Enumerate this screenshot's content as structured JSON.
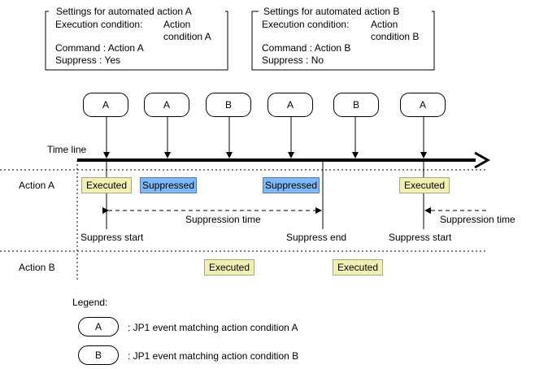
{
  "settings": [
    {
      "title": "Settings for automated action A",
      "exec_label": "Execution condition:",
      "exec_value_line1": "Action",
      "exec_value_line2": "condition A",
      "command": "Command : Action A",
      "suppress": "Suppress  : Yes"
    },
    {
      "title": "Settings for automated action B",
      "exec_label": "Execution condition:",
      "exec_value_line1": "Action",
      "exec_value_line2": "condition B",
      "command": "Command : Action B",
      "suppress": "Suppress  : No"
    }
  ],
  "events": [
    "A",
    "A",
    "B",
    "A",
    "B",
    "A"
  ],
  "timeline_label": "Time line",
  "rows": {
    "action_a": "Action A",
    "action_b": "Action B"
  },
  "tags": {
    "executed": "Executed",
    "suppressed": "Suppressed"
  },
  "suppression_time": "Suppression time",
  "markers": {
    "suppress_start": "Suppress start",
    "suppress_end": "Suppress end"
  },
  "legend": {
    "title": "Legend:",
    "items": [
      {
        "symbol": "A",
        "text": ": JP1 event matching action condition A"
      },
      {
        "symbol": "B",
        "text": ": JP1 event matching action condition B"
      }
    ]
  }
}
